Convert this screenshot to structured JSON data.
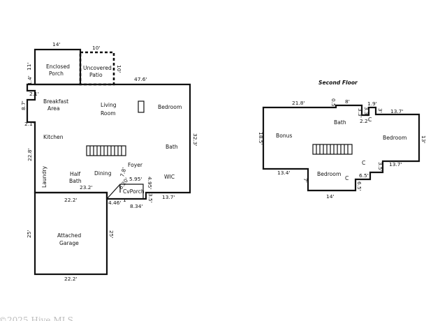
{
  "plan": {
    "second_floor_title": "Second Floor",
    "watermark": "©2025 Hive MLS",
    "first_floor": {
      "rooms": {
        "enclosed_porch_1": "Enclosed",
        "enclosed_porch_2": "Porch",
        "uncovered_patio_1": "Uncovered",
        "uncovered_patio_2": "Patio",
        "breakfast_1": "Breakfast",
        "breakfast_2": "Area",
        "living_1": "Living",
        "living_2": "Room",
        "bedroom": "Bedroom",
        "kitchen": "Kitchen",
        "bath": "Bath",
        "foyer": "Foyer",
        "laundry": "Laundry",
        "half_bath_1": "Half",
        "half_bath_2": "Bath",
        "dining": "Dining",
        "wic": "WIC",
        "cvporch": "CvPorch",
        "garage_1": "Attached",
        "garage_2": "Garage"
      },
      "dims": {
        "porch_top": "14'",
        "patio_top": "10'",
        "porch_side": "11'",
        "patio_side": "10'",
        "house_top": "47.6'",
        "d_1_4": "1.4'",
        "d_2_1a": "2.1'",
        "d_8_7": "8.7'",
        "d_2_1b": "2.1'",
        "d_22_8": "22.8'",
        "d_32_3": "32.3'",
        "d_7_8": "7.8'",
        "d_6_20": "6.20'",
        "d_5_95": "5.95'",
        "d_4_95": "4.95'",
        "d_3_5": "3.5'",
        "d_23_2": "23.2'",
        "d_22_2a": "22.2'",
        "d_13_7": "13.7'",
        "d_4_46": "4.46'",
        "d_1": "1'",
        "d_8_34": "8.34'",
        "garage_left": "25'",
        "garage_right": "25'",
        "d_22_2b": "22.2'"
      }
    },
    "second_floor": {
      "rooms": {
        "bonus": "Bonus",
        "bath": "Bath",
        "bedroom_a": "Bedroom",
        "bedroom_b": "Bedroom",
        "c1": "C",
        "c2": "C",
        "c3": "C"
      },
      "dims": {
        "d_21_8": "21.8'",
        "d_0_5": "0.5'",
        "d_8": "8'",
        "d_3_3a": "3.3'",
        "d_3_3b": "3.3'",
        "d_1_9": "1.9'",
        "d_3": "3'",
        "d_13_7a": "13.7'",
        "d_2_2": "2.2'",
        "d_18_5": "18.5'",
        "d_13": "13'",
        "d_3_5": "3.5'",
        "d_13_7b": "13.7'",
        "d_13_4": "13.4'",
        "d_7": "7'",
        "d_6_5a": "6.5'",
        "d_6_5b": "6.5'",
        "d_14": "14'"
      }
    }
  }
}
